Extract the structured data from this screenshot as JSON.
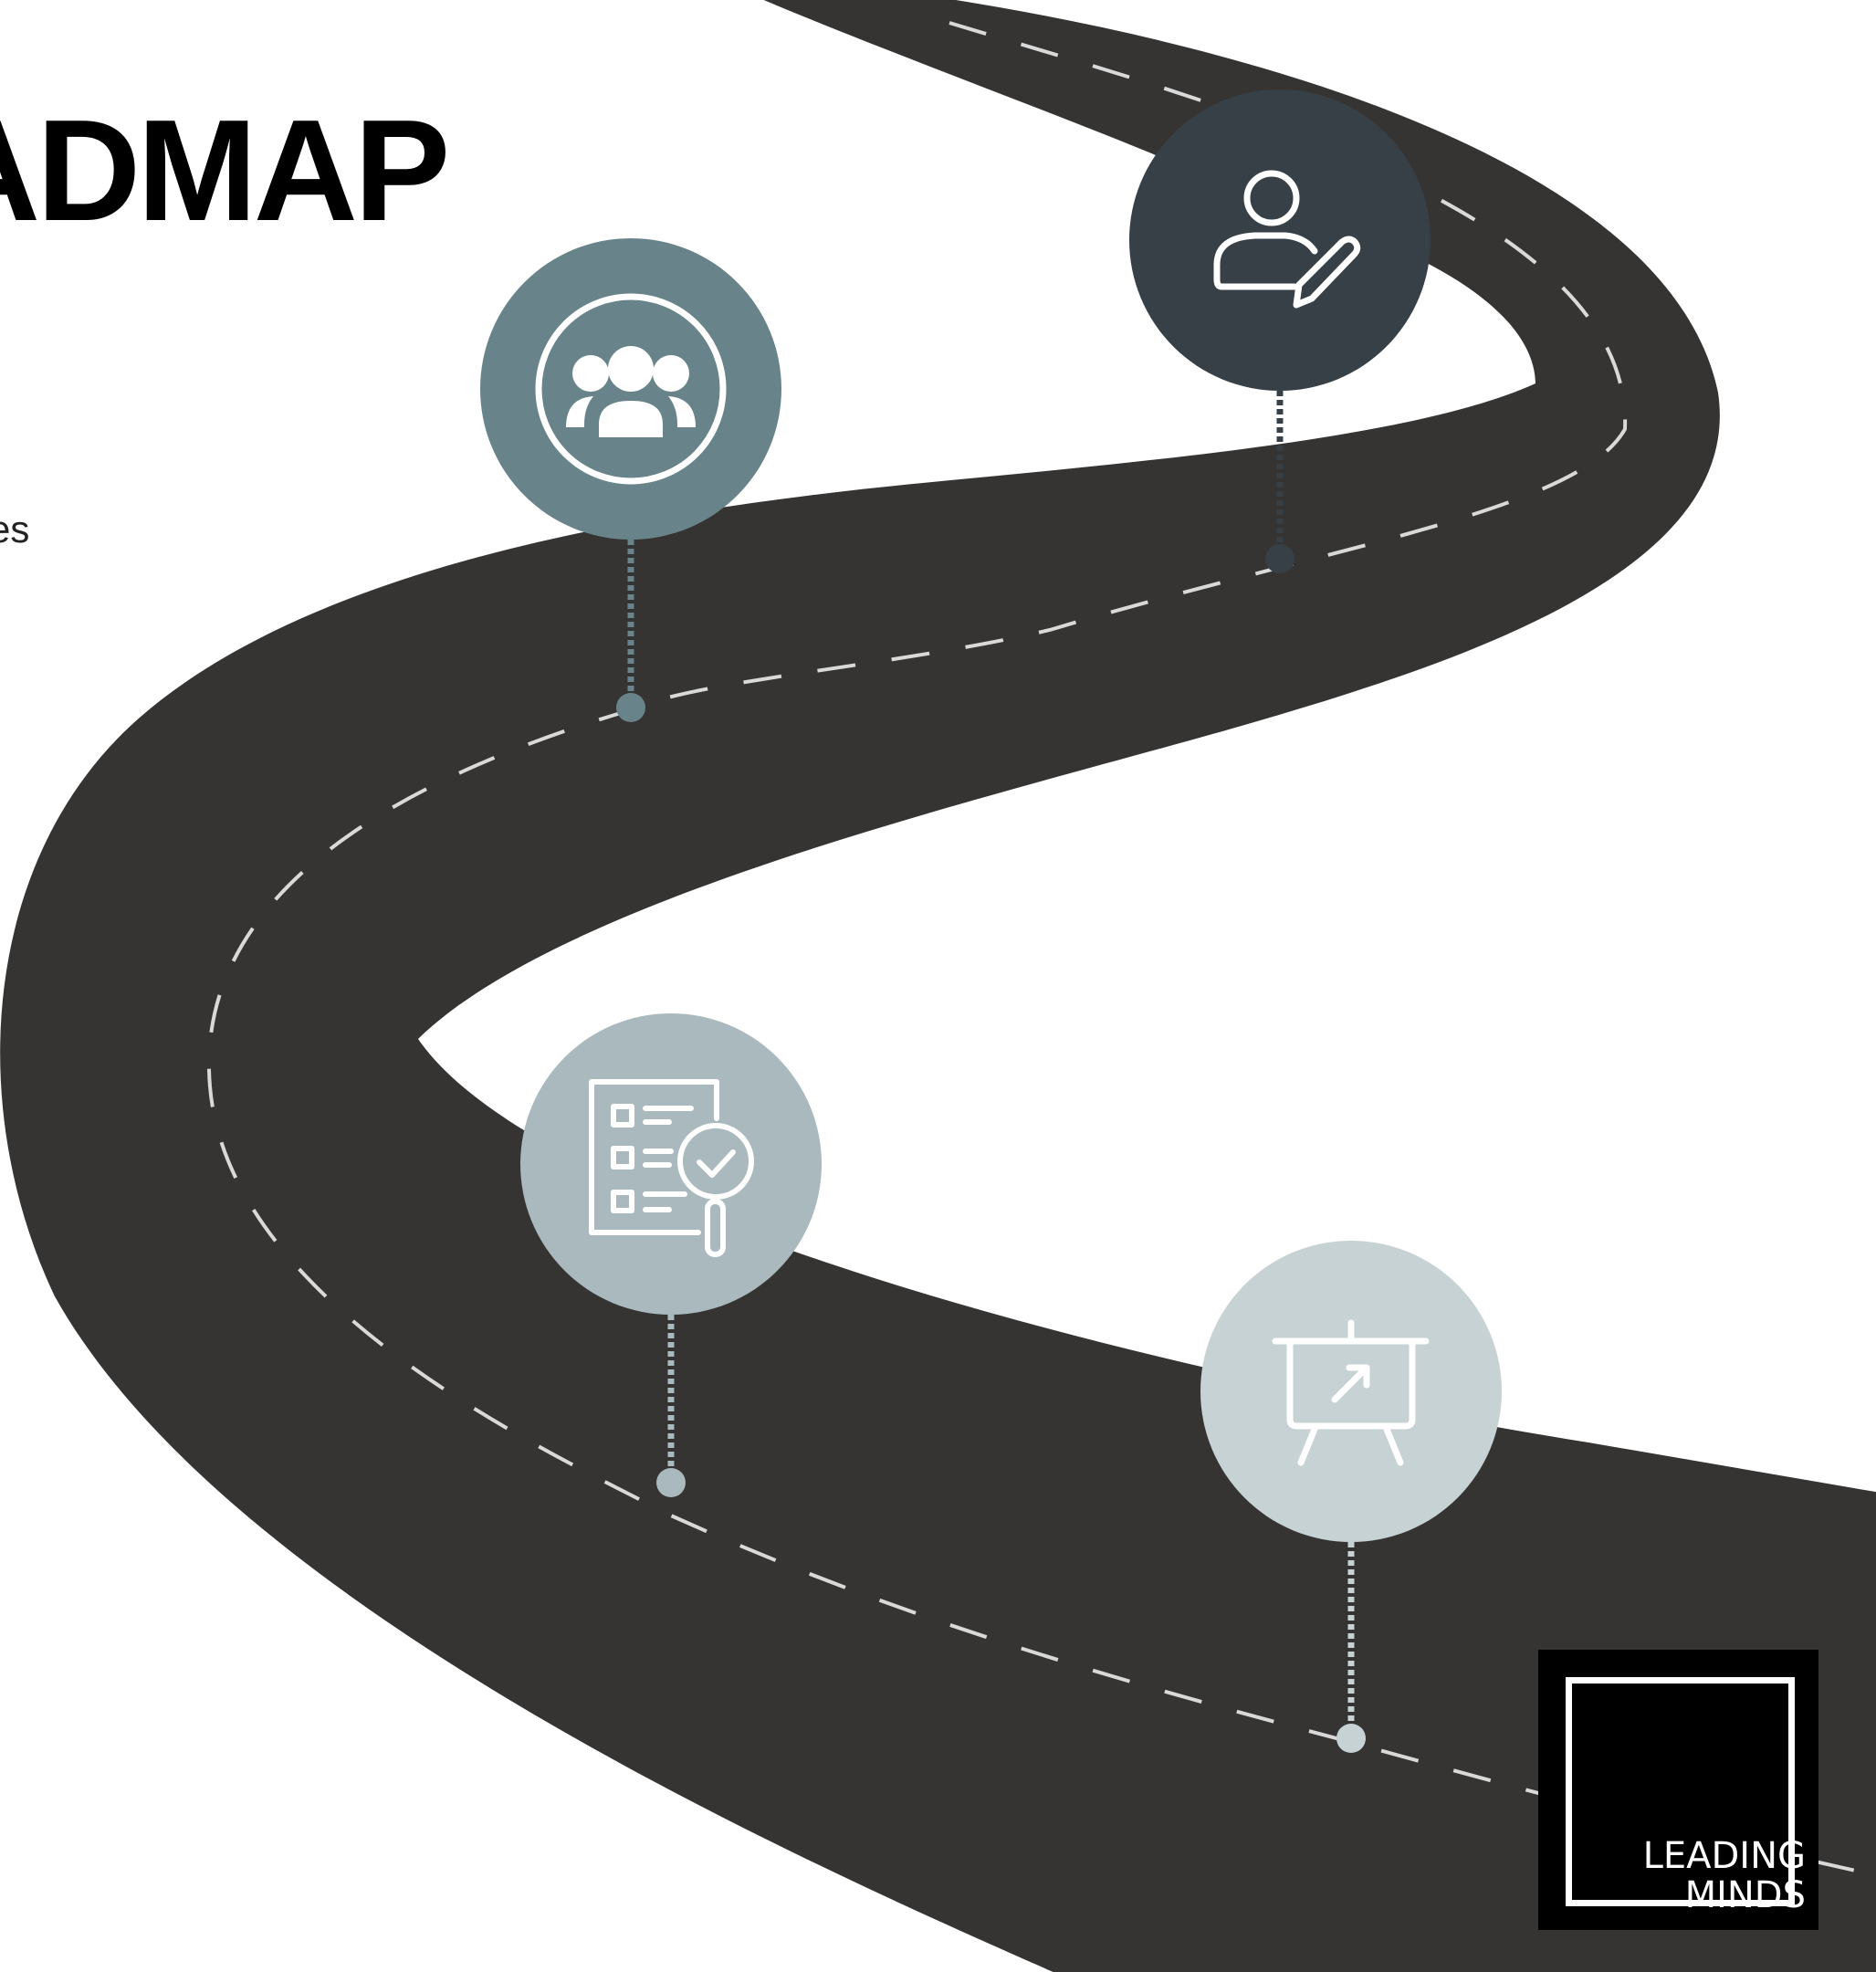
{
  "title": "ADMAP",
  "subtitle": "es",
  "colors": {
    "road": "#353433",
    "lane_dash": "#d9d9d9",
    "background": "#ffffff",
    "milestone_1": "#68848a",
    "milestone_2": "#364046",
    "milestone_3": "#a9b9bd",
    "milestone_4": "#c6d2d4"
  },
  "milestones": [
    {
      "icon": "team-group-icon",
      "color": "#68848a"
    },
    {
      "icon": "user-edit-icon",
      "color": "#364046"
    },
    {
      "icon": "checklist-search-icon",
      "color": "#a9b9bd"
    },
    {
      "icon": "presentation-board-icon",
      "color": "#c6d2d4"
    }
  ],
  "logo": {
    "line1": "LEADING",
    "line2": "MINDS"
  }
}
